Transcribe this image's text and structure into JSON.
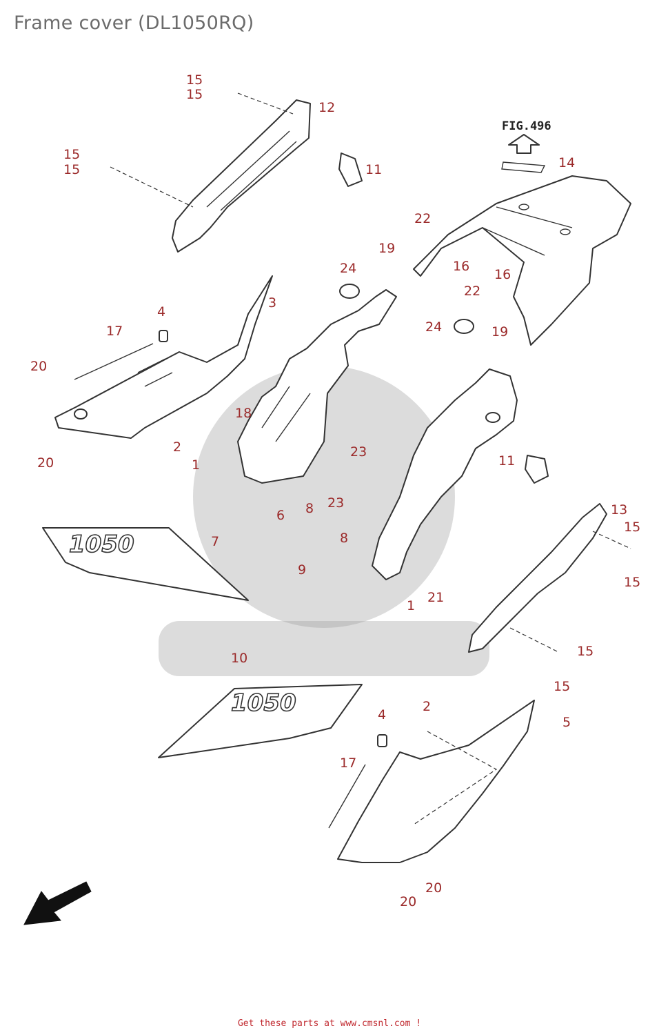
{
  "title": "Frame cover (DL1050RQ)",
  "figure_reference": "FIG.496",
  "badge_text": "1050",
  "footer": "Get these parts at www.cmsnl.com !",
  "callout_color": "#9b2a2a",
  "callouts": [
    "15",
    "15",
    "12",
    "15",
    "15",
    "11",
    "14",
    "22",
    "19",
    "16",
    "16",
    "22",
    "24",
    "3",
    "4",
    "17",
    "20",
    "18",
    "2",
    "1",
    "24",
    "19",
    "20",
    "23",
    "11",
    "8",
    "23",
    "6",
    "7",
    "8",
    "13",
    "15",
    "9",
    "21",
    "1",
    "15",
    "10",
    "15",
    "15",
    "2",
    "4",
    "5",
    "17",
    "20",
    "20"
  ]
}
